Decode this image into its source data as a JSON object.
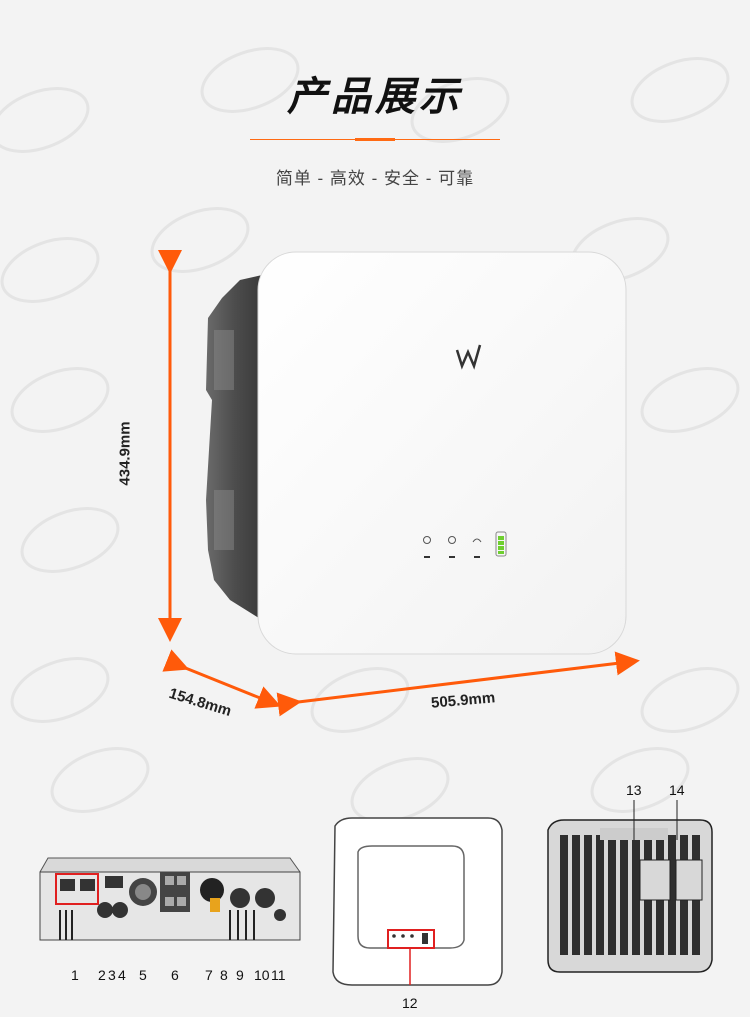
{
  "header": {
    "title": "产品展示",
    "subtitle": "简单 - 高效 - 安全 - 可靠"
  },
  "dimensions": {
    "height": "434.9mm",
    "depth": "154.8mm",
    "width": "505.9mm"
  },
  "indicator_icons": [
    "power-icon",
    "backup-icon",
    "wifi-icon",
    "battery-icon"
  ],
  "bottom_callouts": {
    "bottom_view": [
      "1",
      "2",
      "3",
      "4",
      "5",
      "6",
      "7",
      "8",
      "9",
      "10",
      "11"
    ],
    "front_panel": "12",
    "rear_view_a": "13",
    "rear_view_b": "14"
  },
  "colors": {
    "accent": "#ff6a13",
    "background": "#f3f3f3",
    "device_body": "#ffffff",
    "device_frame": "#5a5a5a",
    "led_green": "#6ecf2e"
  }
}
